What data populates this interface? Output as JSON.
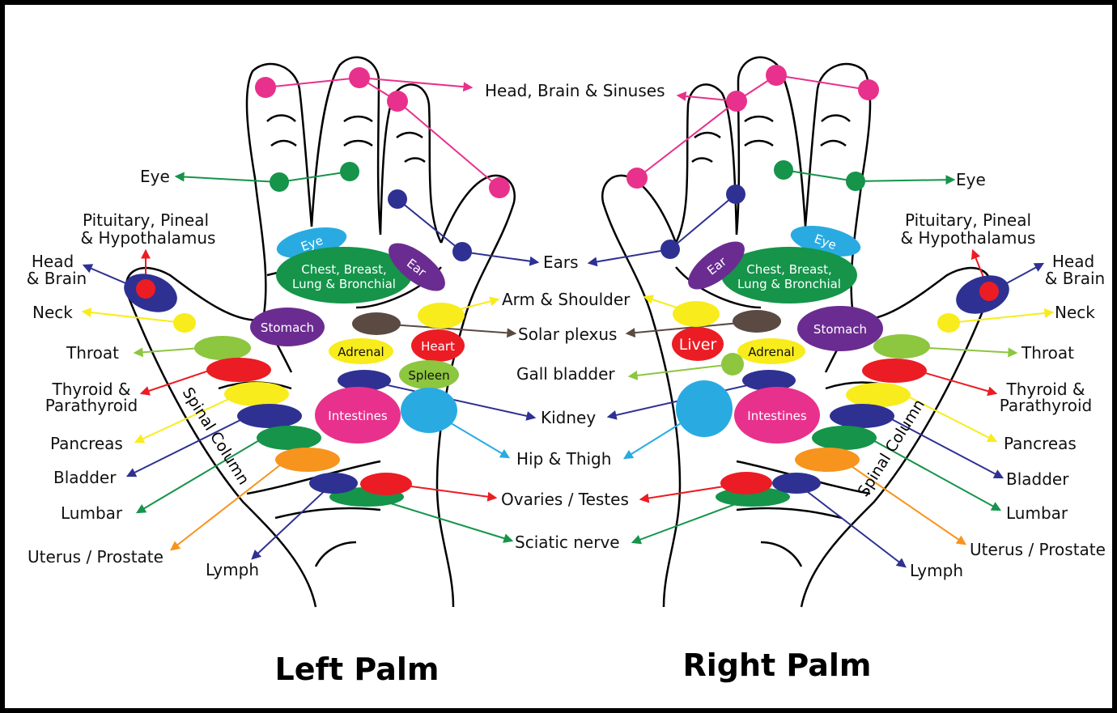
{
  "colors": {
    "pink": "#e8318c",
    "green": "#15944a",
    "navy": "#2e3192",
    "purple": "#6b2c91",
    "sky": "#29abe2",
    "yellow": "#f8ec1c",
    "red": "#ec1c24",
    "lime": "#8dc63f",
    "brown": "#5a4a42",
    "orange": "#f7941d"
  },
  "titles": {
    "left": "Left Palm",
    "right": "Right Palm"
  },
  "spinal": "Spinal Column",
  "center_labels": {
    "head_brain_sinuses": "Head, Brain & Sinuses",
    "ears": "Ears",
    "arm_shoulder": "Arm & Shoulder",
    "solar_plexus": "Solar plexus",
    "gall_bladder": "Gall bladder",
    "kidney": "Kidney",
    "hip_thigh": "Hip & Thigh",
    "ovaries_testes": "Ovaries / Testes",
    "sciatic": "Sciatic nerve"
  },
  "side_labels": {
    "eye": "Eye",
    "pituitary_1": "Pituitary, Pineal",
    "pituitary_2": "& Hypothalamus",
    "head_1": "Head",
    "head_2": "& Brain",
    "neck": "Neck",
    "throat": "Throat",
    "thyroid_1": "Thyroid &",
    "thyroid_2": "Parathyroid",
    "pancreas": "Pancreas",
    "bladder": "Bladder",
    "lumbar": "Lumbar",
    "uterus": "Uterus / Prostate",
    "lymph": "Lymph"
  },
  "organ_labels": {
    "eye": "Eye",
    "chest_1": "Chest, Breast,",
    "chest_2": "Lung & Bronchial",
    "ear": "Ear",
    "stomach": "Stomach",
    "adrenal": "Adrenal",
    "heart": "Heart",
    "spleen": "Spleen",
    "intestines": "Intestines",
    "liver": "Liver"
  }
}
